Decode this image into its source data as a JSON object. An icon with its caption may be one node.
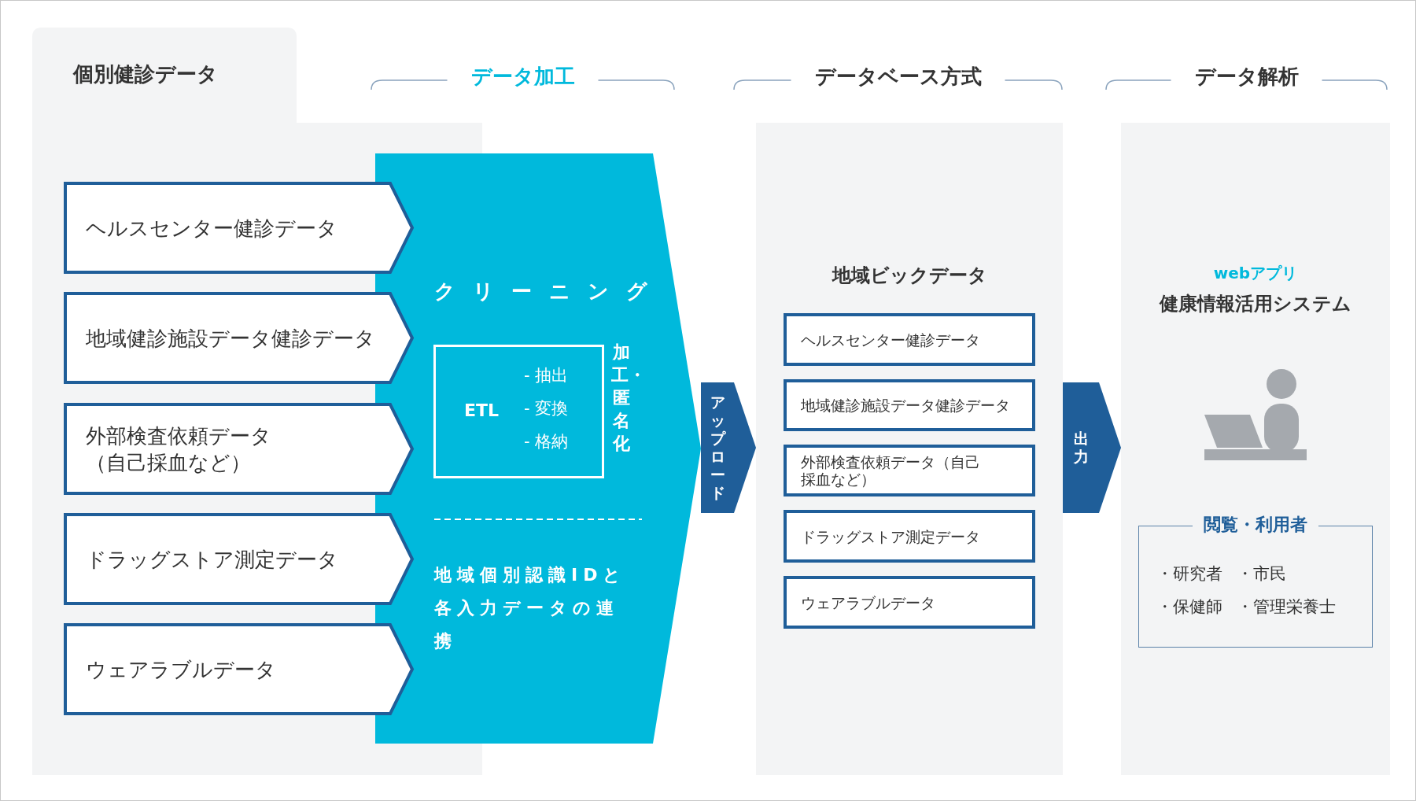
{
  "diagram": {
    "nodes": [
      {
        "text": [
          "個別健診データ"
        ]
      },
      {
        "text": [
          "ヘルスセンター健診データ"
        ],
        "in": 0
      },
      {
        "text": [
          "地域健診施設データ健診データ"
        ],
        "in": 0
      },
      {
        "text": [
          "外部検査依頼データ（自己採血など）"
        ],
        "in": 0
      },
      {
        "text": [
          "ドラッグストア測定データ"
        ],
        "in": 0
      },
      {
        "text": [
          "ウェアラブルデータ"
        ],
        "in": 0
      },
      {
        "text": [
          "クリーニング",
          "加工・匿名化",
          "地域個別認識IDと各入力データの連携"
        ]
      },
      {
        "text": [
          "ETL",
          "- 抽出",
          "- 変換",
          "- 格納"
        ],
        "in": 6
      },
      {
        "text": [
          "地域ビックデータ"
        ]
      },
      {
        "text": [
          "ヘルスセンター健診データ"
        ],
        "in": 8
      },
      {
        "text": [
          "地域健診施設データ健診データ"
        ],
        "in": 8
      },
      {
        "text": [
          "外部検査依頼データ（自己採血など）"
        ],
        "in": 8
      },
      {
        "text": [
          "ドラッグストア測定データ"
        ],
        "in": 8
      },
      {
        "text": [
          "ウェアラブルデータ"
        ],
        "in": 8
      },
      {
        "text": [
          "webアプリ",
          "健康情報活用システム"
        ]
      },
      {
        "text": [
          "閲覧・利用者",
          "・研究者",
          "・市民",
          "・保健師",
          "・管理栄養士"
        ],
        "in": 14
      }
    ],
    "edges": [
      {
        "from": 6,
        "to": 8,
        "arrow": "to",
        "label": "アップロード"
      },
      {
        "from": 8,
        "to": 14,
        "arrow": "to",
        "label": "出力"
      }
    ],
    "labels": [
      "データ加工",
      "データベース方式",
      "データ解析"
    ]
  }
}
